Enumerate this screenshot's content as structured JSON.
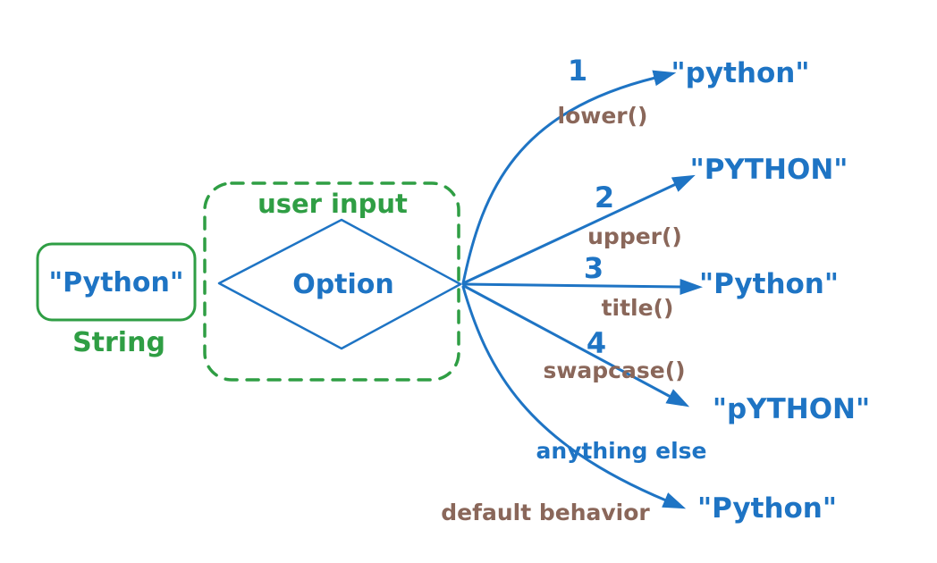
{
  "colors": {
    "blue": "#1e74c4",
    "green": "#2f9e44",
    "brown": "#8a675a",
    "background": "#ffffff"
  },
  "source": {
    "value": "\"Python\"",
    "type_label": "String"
  },
  "decision": {
    "container_label": "user input",
    "diamond_label": "Option"
  },
  "branches": [
    {
      "condition": "1",
      "method": "lower()",
      "result": "\"python\""
    },
    {
      "condition": "2",
      "method": "upper()",
      "result": "\"PYTHON\""
    },
    {
      "condition": "3",
      "method": "title()",
      "result": "\"Python\""
    },
    {
      "condition": "4",
      "method": "swapcase()",
      "result": "\"pYTHON\""
    },
    {
      "condition": "anything else",
      "method": "default behavior",
      "result": "\"Python\""
    }
  ]
}
